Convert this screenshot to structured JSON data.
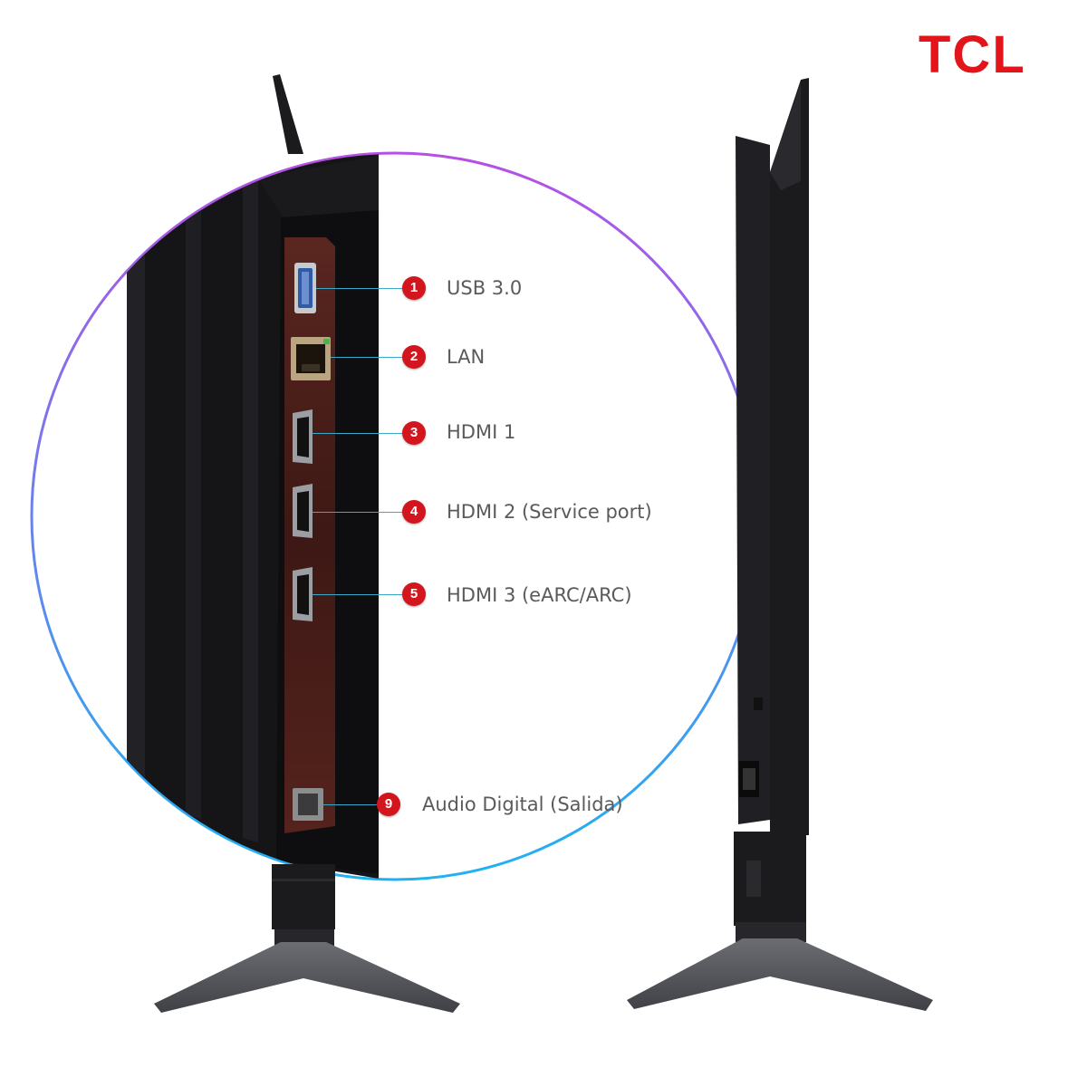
{
  "brand": {
    "logo_text": "TCL",
    "logo_color": "#e3141a"
  },
  "colors": {
    "badge": "#d3161e",
    "leader": "#3aa9c9",
    "label": "#5a5a5a",
    "ring_top": "#b64fe6",
    "ring_bottom": "#1fb2f2",
    "panel": "#4a1e1a",
    "stand": "#55575c"
  },
  "ports": [
    {
      "number": "1",
      "label": "USB 3.0"
    },
    {
      "number": "2",
      "label": "LAN"
    },
    {
      "number": "3",
      "label": "HDMI 1"
    },
    {
      "number": "4",
      "label": "HDMI 2 (Service port)"
    },
    {
      "number": "5",
      "label": "HDMI 3 (eARC/ARC)"
    },
    {
      "number": "9",
      "label": "Audio Digital (Salida)"
    }
  ],
  "icons": {
    "usb": "usb-port-icon",
    "lan": "lan-port-icon",
    "hdmi": "hdmi-port-icon",
    "optical": "optical-audio-port-icon"
  }
}
